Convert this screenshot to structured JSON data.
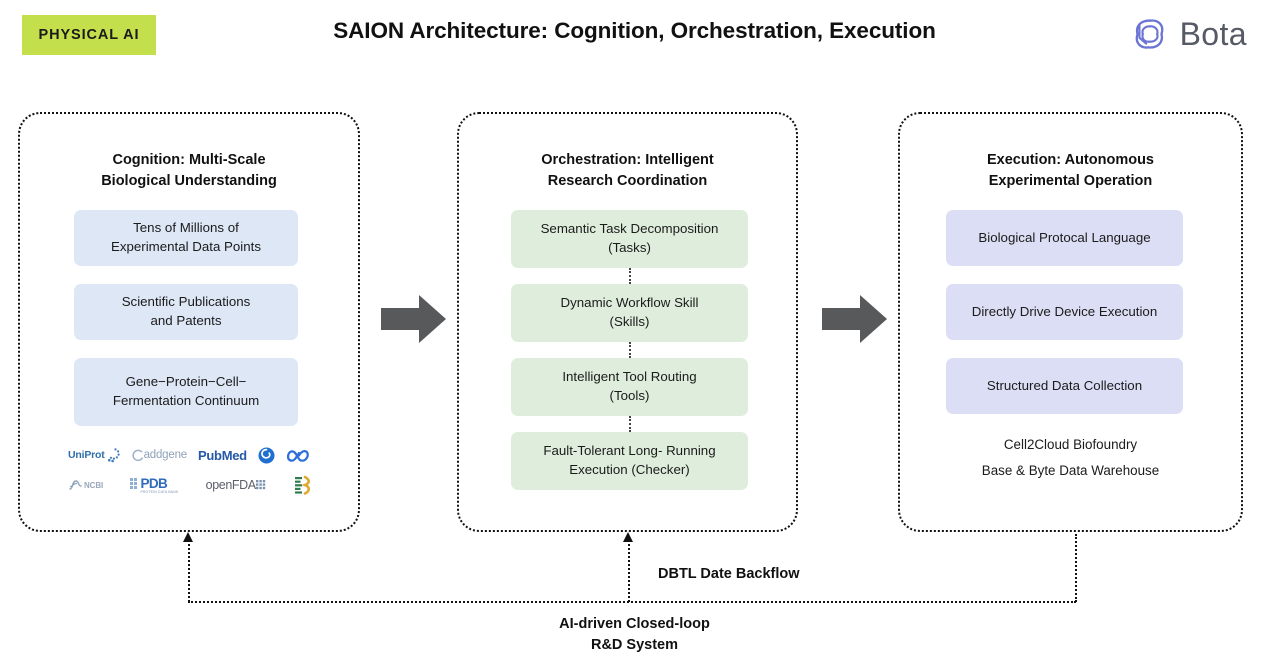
{
  "header": {
    "badge_label": "PHYSICAL AI",
    "badge_color": "#c3e04c",
    "title": "SAION Architecture: Cognition, Orchestration, Execution",
    "brand_name": "Bota",
    "brand_mark_icon": "bota-spiral-logo-icon",
    "brand_color": "#6b74d4"
  },
  "panels": [
    {
      "id": "cognition",
      "title": "Cognition: Multi-Scale\nBiological Understanding",
      "title_line1": "Cognition: Multi-Scale",
      "title_line2": "Biological Understanding",
      "box_color": "#dde7f6",
      "items": [
        {
          "line1": "Tens of Millions of",
          "line2": "Experimental Data Points"
        },
        {
          "line1": "Scientific Publications",
          "line2": "and Patents"
        },
        {
          "line1": "Gene−Protein−Cell−",
          "line2": "Fermentation Continuum"
        }
      ],
      "source_logos": [
        [
          {
            "name": "uniprot-logo-icon",
            "label": "UniProt"
          },
          {
            "name": "addgene-logo-icon",
            "label": "addgene"
          },
          {
            "name": "pubmed-logo-icon",
            "label": "PubMed"
          },
          {
            "name": "chembl-swirl-logo-icon",
            "label": ""
          },
          {
            "name": "meta-infinity-logo-icon",
            "label": ""
          }
        ],
        [
          {
            "name": "ncbi-logo-icon",
            "label": "NCBI"
          },
          {
            "name": "pdb-logo-icon",
            "label": "PDB",
            "sublabel": "PROTEIN DATA BANK"
          },
          {
            "name": "openfda-logo-icon",
            "label": "openFDA"
          },
          {
            "name": "rcsb-dna-logo-icon",
            "label": ""
          }
        ]
      ]
    },
    {
      "id": "orchestration",
      "title_line1": "Orchestration: Intelligent",
      "title_line2": "Research Coordination",
      "box_color": "#dfeedc",
      "items": [
        {
          "line1": "Semantic Task Decomposition",
          "line2": "(Tasks)"
        },
        {
          "line1": "Dynamic Workflow Skill",
          "line2": "(Skills)"
        },
        {
          "line1": "Intelligent Tool Routing",
          "line2": "(Tools)"
        },
        {
          "line1": "Fault-Tolerant Long- Running",
          "line2": "Execution (Checker)"
        }
      ]
    },
    {
      "id": "execution",
      "title_line1": "Execution: Autonomous",
      "title_line2": "Experimental Operation",
      "box_color": "#dcdef5",
      "items": [
        {
          "line1": "Biological Protocal Language",
          "line2": ""
        },
        {
          "line1": "Directly Drive Device Execution",
          "line2": ""
        },
        {
          "line1": "Structured Data Collection",
          "line2": ""
        }
      ],
      "notes": [
        "Cell2Cloud Biofoundry",
        "Base & Byte Data Warehouse"
      ]
    }
  ],
  "flow": {
    "arrow_color": "#58595b",
    "arrow_1_icon": "right-arrow-icon",
    "arrow_2_icon": "right-arrow-icon"
  },
  "backflow": {
    "label": "DBTL Date Backflow",
    "caption_line1": "AI-driven Closed-loop",
    "caption_line2": "R&D System",
    "line_color": "#111111"
  }
}
